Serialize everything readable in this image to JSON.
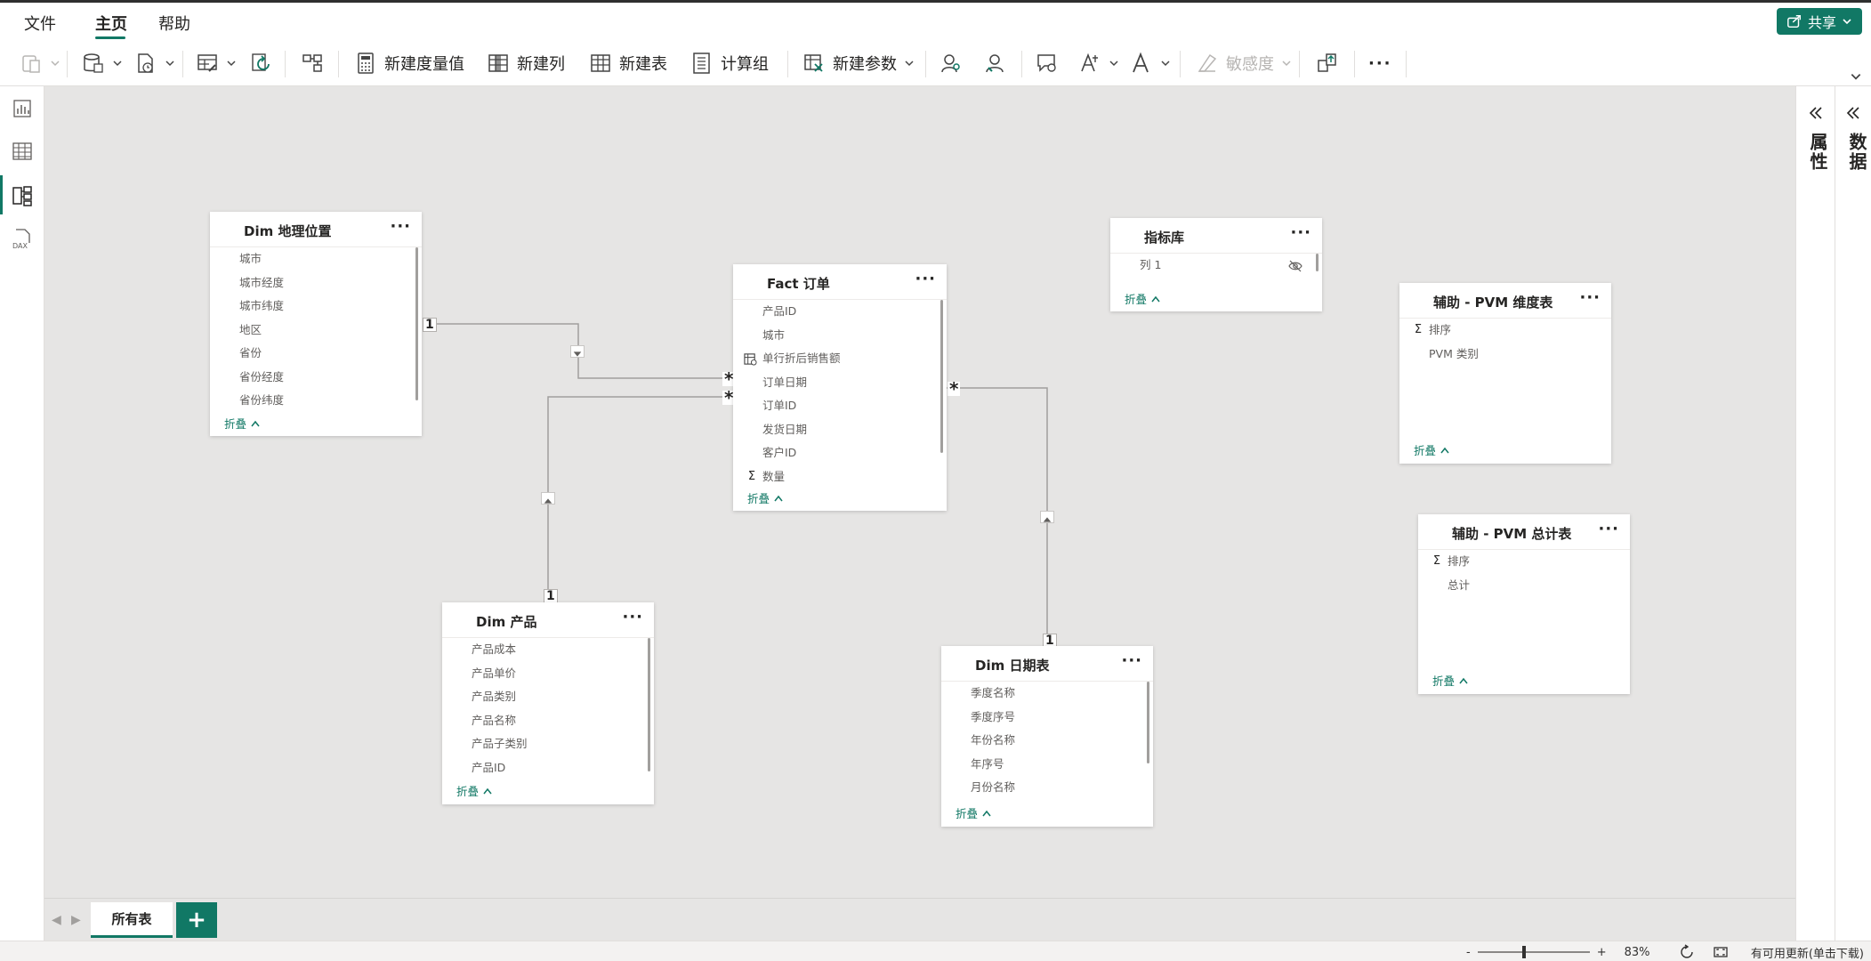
{
  "menu": {
    "file": "文件",
    "home": "主页",
    "help": "帮助",
    "share": "共享"
  },
  "ribbon": {
    "new_measure": "新建度量值",
    "new_column": "新建列",
    "new_table": "新建表",
    "calc_group": "计算组",
    "new_param": "新建参数",
    "sensitivity": "敏感度",
    "more": "···"
  },
  "panes": {
    "properties": "属性",
    "data": "数据"
  },
  "tables": {
    "geo": {
      "title": "Dim 地理位置",
      "fields": [
        "城市",
        "城市经度",
        "城市纬度",
        "地区",
        "省份",
        "省份经度",
        "省份纬度"
      ],
      "collapse": "折叠"
    },
    "fact": {
      "title": "Fact 订单",
      "fields": [
        "产品ID",
        "城市",
        "单行折后销售额",
        "订单日期",
        "订单ID",
        "发货日期",
        "客户ID",
        "数量"
      ],
      "collapse": "折叠"
    },
    "metrics": {
      "title": "指标库",
      "fields": [
        "列 1"
      ],
      "collapse": "折叠"
    },
    "pvm_dim": {
      "title": "辅助 - PVM 维度表",
      "fields": [
        "排序",
        "PVM 类别"
      ],
      "collapse": "折叠"
    },
    "pvm_total": {
      "title": "辅助 - PVM 总计表",
      "fields": [
        "排序",
        "总计"
      ],
      "collapse": "折叠"
    },
    "product": {
      "title": "Dim 产品",
      "fields": [
        "产品成本",
        "产品单价",
        "产品类别",
        "产品名称",
        "产品子类别",
        "产品ID"
      ],
      "collapse": "折叠"
    },
    "date": {
      "title": "Dim 日期表",
      "fields": [
        "季度名称",
        "季度序号",
        "年份名称",
        "年序号",
        "月份名称"
      ],
      "collapse": "折叠"
    }
  },
  "relationships": {
    "one": "1",
    "many": "*"
  },
  "tabs": {
    "all_tables": "所有表",
    "add": "+"
  },
  "status": {
    "zoom_minus": "-",
    "zoom_plus": "+",
    "zoom_level": "83%",
    "update": "有可用更新(单击下载)"
  },
  "colors": {
    "accent": "#117865",
    "canvas": "#e6e5e4"
  }
}
